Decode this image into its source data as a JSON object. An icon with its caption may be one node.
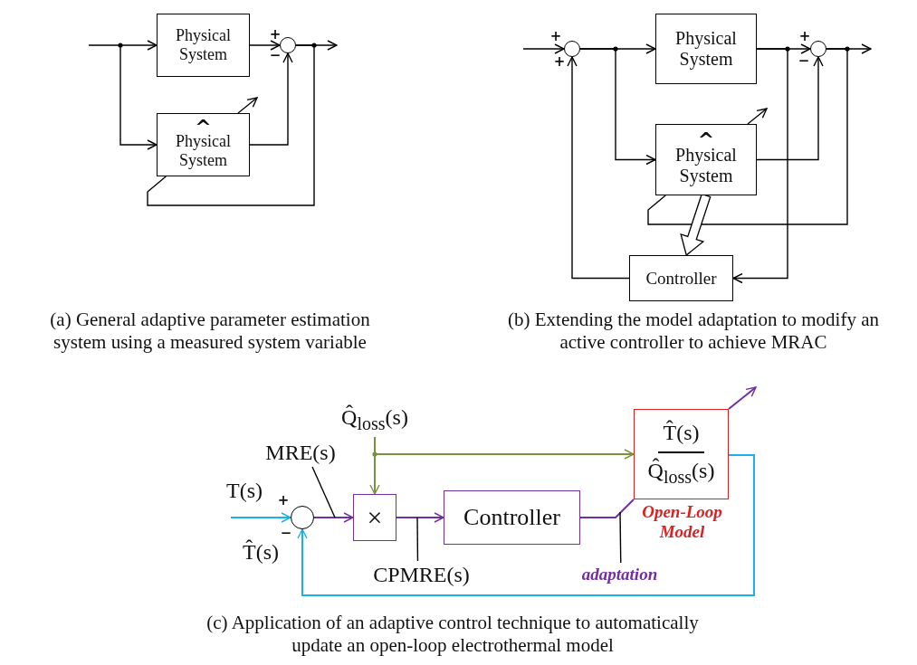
{
  "diagram": {
    "nodes": [
      {
        "text": [
          "Physical System"
        ]
      },
      {
        "text": [
          "^",
          "Physical System"
        ]
      },
      {
        "text": [],
        "shape": "circle"
      },
      {
        "text": [],
        "shape": "circle"
      },
      {
        "text": [
          "Physical System"
        ]
      },
      {
        "text": [
          "^",
          "Physical System"
        ]
      },
      {
        "text": [],
        "shape": "circle"
      },
      {
        "text": [
          "Controller"
        ]
      },
      {
        "text": [
          "Q̂$_{loss}$(s)"
        ]
      },
      {
        "text": [],
        "shape": "circle"
      },
      {
        "text": [
          "×"
        ]
      },
      {
        "text": [
          "Controller"
        ]
      },
      {
        "text": [
          "T̂(s)",
          "Q̂$_{loss}$(s)"
        ],
        "beside": [
          "Open-Loop Model"
        ]
      },
      {
        "text": [
          "MRE(s)"
        ]
      },
      {
        "text": [
          "CPMRE(s)"
        ]
      },
      {
        "text": [
          "adaptation"
        ]
      }
    ],
    "edges": [
      {
        "from": null,
        "to": 0,
        "arrow": "to"
      },
      {
        "from": null,
        "to": 1,
        "arrow": "to"
      },
      {
        "from": 0,
        "to": 2,
        "arrow": "to"
      },
      {
        "from": 1,
        "to": 2,
        "arrow": "to"
      },
      {
        "from": 2,
        "to": null,
        "arrow": "to"
      },
      {
        "from": 2,
        "to": 1,
        "arrow": "none"
      },
      {
        "from": null,
        "to": 3,
        "arrow": "to"
      },
      {
        "from": 3,
        "to": 4,
        "arrow": "to"
      },
      {
        "from": 3,
        "to": 5,
        "arrow": "to"
      },
      {
        "from": 4,
        "to": 6,
        "arrow": "to"
      },
      {
        "from": 5,
        "to": 6,
        "arrow": "to"
      },
      {
        "from": 6,
        "to": null,
        "arrow": "to"
      },
      {
        "from": 4,
        "to": 7,
        "arrow": "to"
      },
      {
        "from": 6,
        "to": 5,
        "arrow": "none"
      },
      {
        "from": 7,
        "to": 3,
        "arrow": "to"
      },
      {
        "from": 5,
        "to": 7,
        "arrow": "to",
        "style": "thick"
      },
      {
        "from": null,
        "to": 9,
        "arrow": "to",
        "color": "#1ab0e8"
      },
      {
        "from": 8,
        "to": 10,
        "arrow": "to",
        "color": "#77933c"
      },
      {
        "from": 8,
        "to": 12,
        "arrow": "to",
        "color": "#77933c"
      },
      {
        "from": 9,
        "to": 10,
        "arrow": "to",
        "color": "#7030a0"
      },
      {
        "from": 10,
        "to": 11,
        "arrow": "to",
        "color": "#7030a0"
      },
      {
        "from": 11,
        "to": 12,
        "arrow": "none",
        "color": "#7030a0"
      },
      {
        "from": 12,
        "to": 9,
        "arrow": "to",
        "color": "#1ab0e8"
      },
      {
        "from": 12,
        "to": null,
        "arrow": "to",
        "color": "#7030a0"
      },
      {
        "from": 13,
        "to": null,
        "arrow": "none"
      },
      {
        "from": 14,
        "to": null,
        "arrow": "none"
      },
      {
        "from": 15,
        "to": null,
        "arrow": "none"
      }
    ],
    "labels": [
      "+",
      "−",
      "+",
      "+",
      "+",
      "−",
      "(a) General adaptive parameter estimation system using a measured system variable",
      "(b) Extending the model adaptation to modify an active controller to achieve MRAC",
      "T(s)",
      "+",
      "−",
      "T̂(s)",
      "(c) Application of an adaptive control technique to automatically update an open-loop electrothermal model"
    ]
  }
}
